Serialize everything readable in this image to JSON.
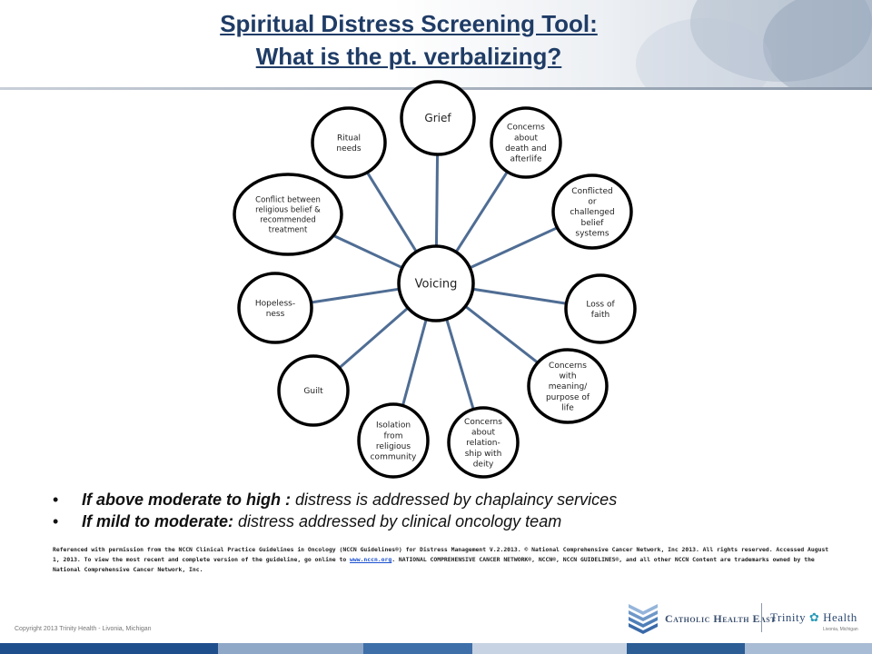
{
  "title": {
    "line1": "Spiritual Distress Screening Tool:",
    "line2": "What is the pt. verbalizing?"
  },
  "diagram": {
    "center": {
      "id": "voicing",
      "lines": [
        "Voicing"
      ]
    },
    "nodes": [
      {
        "id": "grief",
        "lines": [
          "Grief"
        ]
      },
      {
        "id": "concerns-death",
        "lines": [
          "Concerns",
          "about",
          "death and",
          "afterlife"
        ]
      },
      {
        "id": "conflicted-belief",
        "lines": [
          "Conflicted",
          "or",
          "challenged",
          "belief",
          "systems"
        ]
      },
      {
        "id": "loss-of-faith",
        "lines": [
          "Loss of",
          "faith"
        ]
      },
      {
        "id": "concerns-meaning",
        "lines": [
          "Concerns",
          "with",
          "meaning/",
          "purpose of",
          "life"
        ]
      },
      {
        "id": "concerns-deity",
        "lines": [
          "Concerns",
          "about",
          "relation-",
          "ship with",
          "deity"
        ]
      },
      {
        "id": "isolation",
        "lines": [
          "Isolation",
          "from",
          "religious",
          "community"
        ]
      },
      {
        "id": "guilt",
        "lines": [
          "Guilt"
        ]
      },
      {
        "id": "hopelessness",
        "lines": [
          "Hopeless-",
          "ness"
        ]
      },
      {
        "id": "conflict-treatment",
        "lines": [
          "Conflict between",
          "religious belief &",
          "recommended",
          "treatment"
        ]
      },
      {
        "id": "ritual-needs",
        "lines": [
          "Ritual",
          "needs"
        ]
      }
    ]
  },
  "bullets": [
    {
      "bold": "If above moderate to high :",
      "rest": " distress is addressed by  chaplaincy services"
    },
    {
      "bold": "If mild to moderate:",
      "rest": " distress addressed by clinical oncology team"
    }
  ],
  "reference": {
    "part1": "Referenced with permission from the NCCN Clinical Practice Guidelines in Oncology (NCCN Guidelines®) for Distress Management V.2.2013. © National Comprehensive Cancer Network, Inc 2013.  All rights reserved.  Accessed August 1, 2013.  To view the most recent and complete version of the guideline, go online to ",
    "link": "www.nccn.org",
    "part2": ".  NATIONAL COMPREHENSIVE CANCER NETWORK®, NCCN®, NCCN GUIDELINES®, and all other NCCN Content are trademarks owned by the National Comprehensive Cancer Network, Inc."
  },
  "copyright": "Copyright 2013 Trinity Health - Livonia, Michigan",
  "logo": {
    "che": "Catholic Health East",
    "th": "Trinity",
    "th2": "Health",
    "sub": "Livonia, Michigan"
  },
  "colors": {
    "title": "#1f3c66",
    "connector": "#4f6d94",
    "circle_stroke": "#000000",
    "footer": [
      "#1f4e8c",
      "#8fa8c8",
      "#3e6fa8",
      "#c7d3e2",
      "#2c5d95",
      "#a9bcd5"
    ]
  }
}
